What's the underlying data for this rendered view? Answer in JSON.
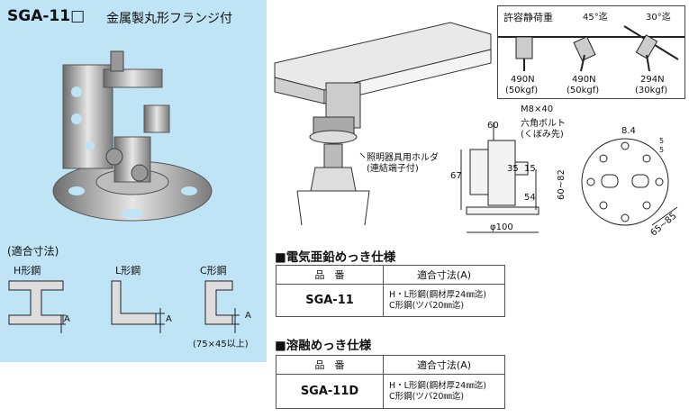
{
  "product": {
    "model": "SGA-11□",
    "description": "金属製丸形フランジ付"
  },
  "fit": {
    "heading": "(適合寸法)",
    "steels": [
      {
        "label": "H形鋼",
        "dim": "A"
      },
      {
        "label": "L形鋼",
        "dim": "A"
      },
      {
        "label": "C形鋼",
        "dim": "A"
      }
    ],
    "c_note": "(75×45以上)"
  },
  "load": {
    "title": "許容静荷重",
    "angle1": "45°迄",
    "angle2": "30°迄",
    "values": [
      {
        "n": "490N",
        "kgf": "(50kgf)"
      },
      {
        "n": "490N",
        "kgf": "(50kgf)"
      },
      {
        "n": "294N",
        "kgf": "(30kgf)"
      }
    ]
  },
  "illustration": {
    "holder_label_1": "照明器具用ホルダ",
    "holder_label_2": "(連結端子付)"
  },
  "drawing": {
    "bolt_1": "M8×40",
    "bolt_2": "六角ボルト",
    "bolt_3": "(くぼみ先)",
    "dims": [
      "60",
      "67",
      "35",
      "15",
      "54",
      "φ100",
      "8.4",
      "5",
      "5",
      "60~82",
      "65~85"
    ]
  },
  "sections": [
    {
      "title": "■電気亜鉛めっき仕様",
      "header_model": "品　番",
      "header_size": "適合寸法(A)",
      "model": "SGA-11",
      "size_line1": "H・L形鋼(鋼材厚24㎜迄)",
      "size_line2": "C形鋼(ツバ20㎜迄)"
    },
    {
      "title": "■溶融めっき仕様",
      "header_model": "品　番",
      "header_size": "適合寸法(A)",
      "model": "SGA-11D",
      "size_line1": "H・L形鋼(鋼材厚24㎜迄)",
      "size_line2": "C形鋼(ツバ20㎜迄)"
    }
  ]
}
